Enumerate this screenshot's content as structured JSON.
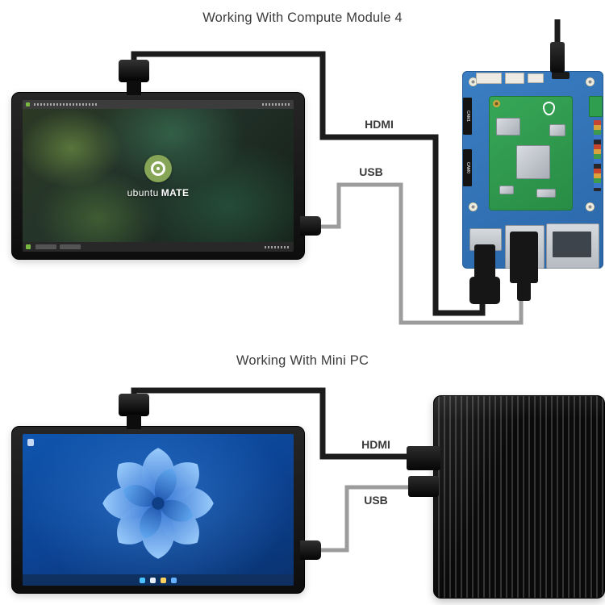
{
  "titles": {
    "cm4": "Working With Compute Module 4",
    "minipc": "Working With Mini PC"
  },
  "cables": {
    "cm4": {
      "hdmi": "HDMI",
      "usb": "USB"
    },
    "minipc": {
      "hdmi": "HDMI",
      "usb": "USB"
    }
  },
  "ubuntu_screen": {
    "brand_light": "ubuntu",
    "brand_bold": "MATE"
  },
  "cm4_board": {
    "cam1_label": "CAM1",
    "cam0_label": "CAM0"
  },
  "colors": {
    "hdmi_cable": "#1c1c1c",
    "usb_cable": "#9c9c9c",
    "board_blue": "#2f72b8",
    "module_green": "#2f9e4f",
    "ubuntu_green": "#87a556",
    "windows_blue": "#0d4fa0",
    "label_text": "#3b3b3b"
  }
}
